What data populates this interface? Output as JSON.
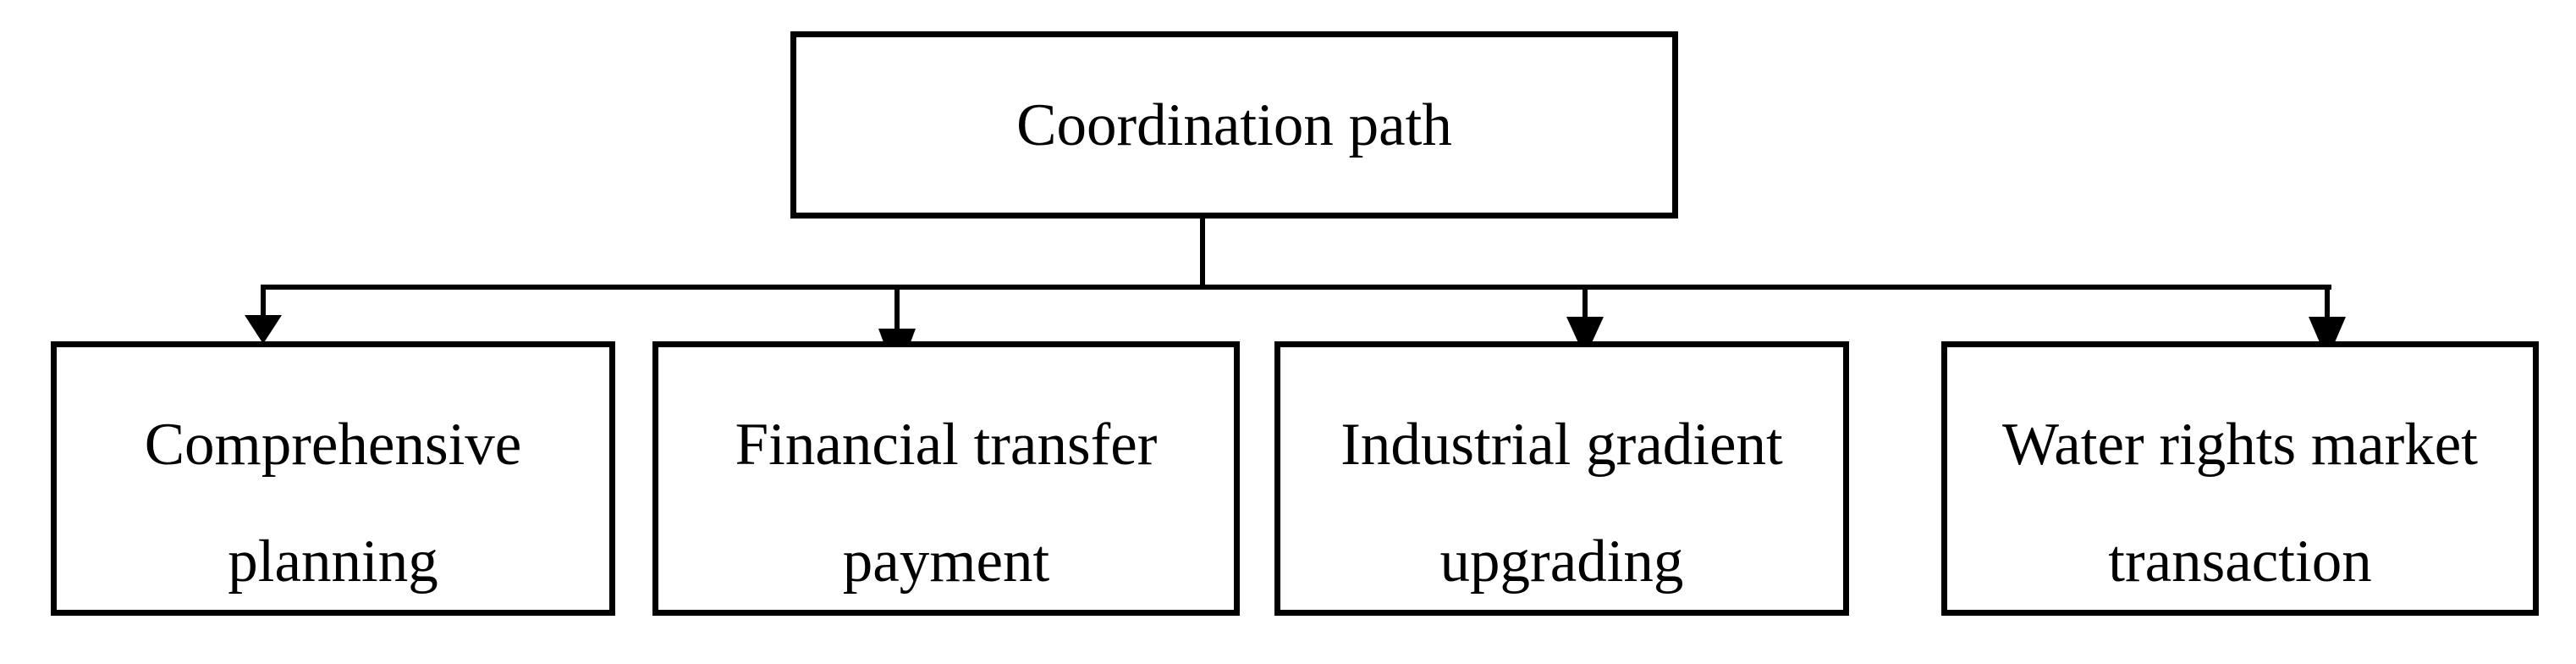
{
  "figure": {
    "type": "flowchart",
    "background_color": "#ffffff",
    "line_color": "#000000",
    "text_color": "#000000",
    "root": {
      "label": "Coordination path"
    },
    "children": [
      {
        "label": "Comprehensive planning",
        "lines": [
          "Comprehensive",
          "planning"
        ]
      },
      {
        "label": "Financial transfer payment",
        "lines": [
          "Financial transfer",
          "payment"
        ]
      },
      {
        "label": "Industrial gradient upgrading",
        "lines": [
          "Industrial gradient",
          "upgrading"
        ]
      },
      {
        "label": "Water rights market transaction",
        "lines": [
          "Water rights market",
          "transaction"
        ]
      }
    ]
  }
}
